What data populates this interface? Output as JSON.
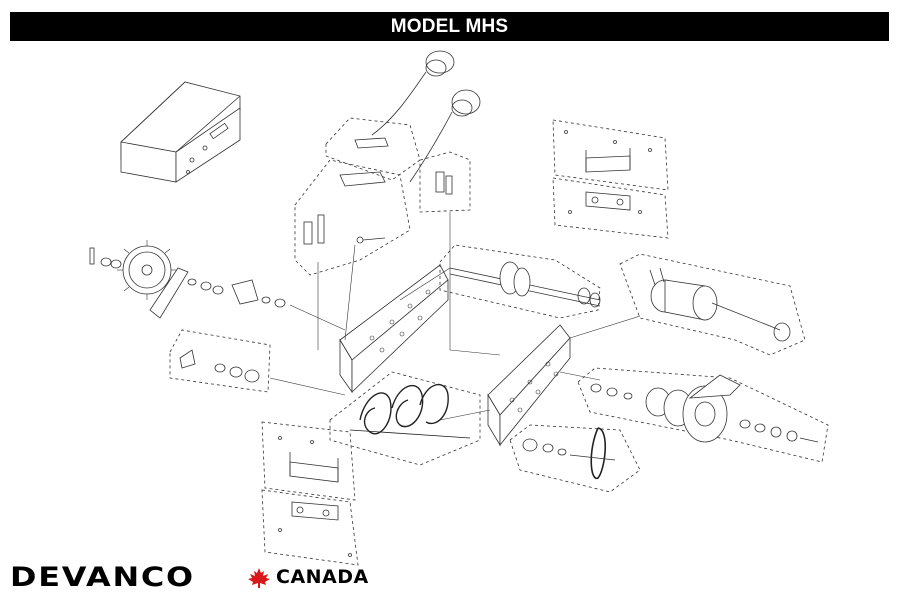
{
  "header": {
    "title": "MODEL MHS"
  },
  "brand": {
    "name": "DEVANCO",
    "region": "CANADA",
    "leaf_icon": "maple-leaf-icon",
    "leaf_color": "#d7191c"
  },
  "colors": {
    "title_bar_bg": "#000000",
    "title_text": "#ffffff",
    "line": "#333333"
  },
  "diagram": {
    "kind": "exploded parts view",
    "icon": "garage-door-opener-parts"
  }
}
